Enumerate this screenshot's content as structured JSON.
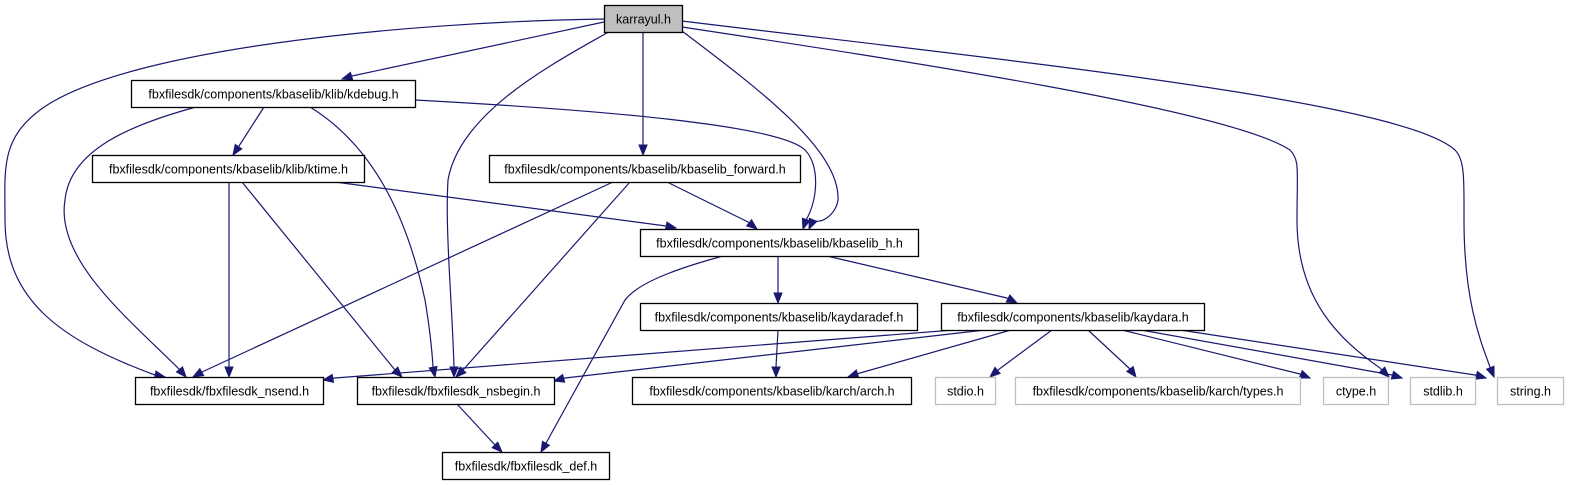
{
  "diagram": {
    "type": "include-dependency-graph",
    "colors": {
      "edge": "#191970",
      "root_fill": "#bfbfbf",
      "node_fill": "#ffffff",
      "node_border": "#000000",
      "external_border": "#bfbfbf"
    },
    "nodes": [
      {
        "id": "karrayul",
        "label": "karrayul.h",
        "kind": "root"
      },
      {
        "id": "kdebug",
        "label": "fbxfilesdk/components/kbaselib/klib/kdebug.h",
        "kind": "internal"
      },
      {
        "id": "ktime",
        "label": "fbxfilesdk/components/kbaselib/klib/ktime.h",
        "kind": "internal"
      },
      {
        "id": "kbaselib_forward",
        "label": "fbxfilesdk/components/kbaselib/kbaselib_forward.h",
        "kind": "internal"
      },
      {
        "id": "kbaselib_h",
        "label": "fbxfilesdk/components/kbaselib/kbaselib_h.h",
        "kind": "internal"
      },
      {
        "id": "kaydaradef",
        "label": "fbxfilesdk/components/kbaselib/kaydaradef.h",
        "kind": "internal"
      },
      {
        "id": "kaydara",
        "label": "fbxfilesdk/components/kbaselib/kaydara.h",
        "kind": "internal"
      },
      {
        "id": "nsend",
        "label": "fbxfilesdk/fbxfilesdk_nsend.h",
        "kind": "internal"
      },
      {
        "id": "nsbegin",
        "label": "fbxfilesdk/fbxfilesdk_nsbegin.h",
        "kind": "internal"
      },
      {
        "id": "arch",
        "label": "fbxfilesdk/components/kbaselib/karch/arch.h",
        "kind": "internal"
      },
      {
        "id": "stdio",
        "label": "stdio.h",
        "kind": "external"
      },
      {
        "id": "types",
        "label": "fbxfilesdk/components/kbaselib/karch/types.h",
        "kind": "external"
      },
      {
        "id": "ctype",
        "label": "ctype.h",
        "kind": "external"
      },
      {
        "id": "stdlib",
        "label": "stdlib.h",
        "kind": "external"
      },
      {
        "id": "string",
        "label": "string.h",
        "kind": "external"
      },
      {
        "id": "def",
        "label": "fbxfilesdk/fbxfilesdk_def.h",
        "kind": "internal"
      }
    ],
    "edges": [
      {
        "from": "karrayul",
        "to": "kdebug"
      },
      {
        "from": "karrayul",
        "to": "nsend"
      },
      {
        "from": "karrayul",
        "to": "nsbegin"
      },
      {
        "from": "karrayul",
        "to": "kbaselib_forward"
      },
      {
        "from": "karrayul",
        "to": "kbaselib_h"
      },
      {
        "from": "karrayul",
        "to": "stdlib"
      },
      {
        "from": "karrayul",
        "to": "string"
      },
      {
        "from": "kdebug",
        "to": "ktime"
      },
      {
        "from": "kdebug",
        "to": "nsend"
      },
      {
        "from": "kdebug",
        "to": "nsbegin"
      },
      {
        "from": "kdebug",
        "to": "kbaselib_h"
      },
      {
        "from": "ktime",
        "to": "nsend"
      },
      {
        "from": "ktime",
        "to": "nsbegin"
      },
      {
        "from": "ktime",
        "to": "kbaselib_h"
      },
      {
        "from": "kbaselib_forward",
        "to": "nsend"
      },
      {
        "from": "kbaselib_forward",
        "to": "nsbegin"
      },
      {
        "from": "kbaselib_forward",
        "to": "kbaselib_h"
      },
      {
        "from": "kbaselib_h",
        "to": "kaydaradef"
      },
      {
        "from": "kbaselib_h",
        "to": "kaydara"
      },
      {
        "from": "kbaselib_h",
        "to": "def"
      },
      {
        "from": "kaydaradef",
        "to": "arch"
      },
      {
        "from": "kaydara",
        "to": "nsend"
      },
      {
        "from": "kaydara",
        "to": "nsbegin"
      },
      {
        "from": "kaydara",
        "to": "arch"
      },
      {
        "from": "kaydara",
        "to": "stdio"
      },
      {
        "from": "kaydara",
        "to": "types"
      },
      {
        "from": "kaydara",
        "to": "ctype"
      },
      {
        "from": "kaydara",
        "to": "stdlib"
      },
      {
        "from": "kaydara",
        "to": "string"
      },
      {
        "from": "nsbegin",
        "to": "def"
      }
    ]
  }
}
